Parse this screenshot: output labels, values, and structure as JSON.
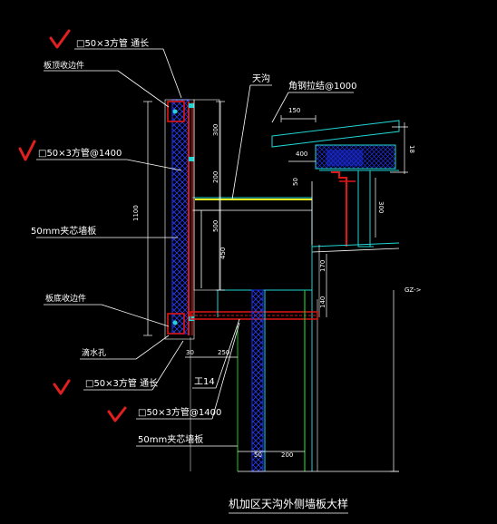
{
  "labels": {
    "top_tube": "□50×3方管 通长",
    "top_flashing": "板顶收边件",
    "mid_tube": "□50×3方管@1400",
    "panel_left": "50mm夹芯墙板",
    "bottom_flashing": "板底收边件",
    "drain_hole": "滴水孔",
    "bottom_tube": "□50×3方管 通长",
    "steel_section": "工14",
    "bottom_tube_2": "□50×3方管@1400",
    "panel_bottom": "50mm夹芯墙板",
    "gutter": "天沟",
    "angle_tie": "角钢拉结@1000",
    "axis_tag": "GZ->",
    "title": "机加区天沟外侧墙板大样"
  },
  "dims": {
    "d150": "150",
    "d400": "400",
    "d18": "18",
    "d300": "300",
    "d50": "50",
    "d200": "200",
    "d1100": "1100",
    "d500": "500",
    "d450": "450",
    "d170": "170",
    "d140": "140",
    "d250": "250",
    "d30": "30",
    "d50b": "50",
    "d200b": "200"
  },
  "colors": {
    "background": "#000000",
    "line_white": "#ffffff",
    "line_red": "#e01515",
    "line_blue": "#1a2ad8",
    "line_cyan": "#22d4d4",
    "line_green": "#23c423",
    "line_yellow": "#f2f21e",
    "check_red": "#e02020"
  },
  "marks": {
    "check_count": 4
  }
}
